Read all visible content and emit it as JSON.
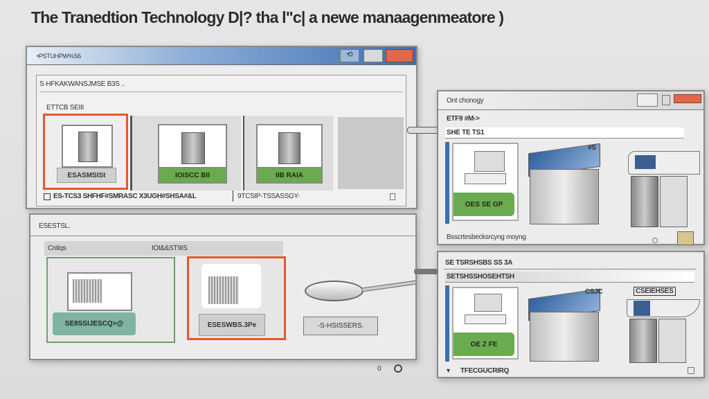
{
  "title": "The Tranedtion Technology D|? tha l\"c| a newe manaagenmeatore )",
  "window1": {
    "title": "•PSTUHPW%S6",
    "address": "S·HFKAKWANSJMSE B3S ..",
    "section": "ETTCB SEIII",
    "cards": [
      {
        "label": "ESASMSISt"
      },
      {
        "label": "IOISCC BII"
      },
      {
        "label": "IIB RAIA"
      }
    ],
    "footer_left": "ES-TCS3 SHFHF#SMRASC X3UGH#SHSA#&L",
    "footer_right": "9TCSIP-TSSASSGY-"
  },
  "window2": {
    "title": "ESESTSL.",
    "group_left": "Cntiqs",
    "group_right": "IOt&&ST9IS",
    "cards": [
      {
        "label": "SE8SSIJESCQ>@"
      },
      {
        "label": "ESESWBS.3Pe"
      }
    ],
    "button": "-S-HSISSERS."
  },
  "window3": {
    "title": "Ont chonogy",
    "row1": "ETF9 #M->",
    "input": "SHE TE TS1",
    "tile_label": "OES SE GP",
    "badge": "#S",
    "footer": "Bsscrtesbecksrcyng moyng"
  },
  "window4": {
    "row1": "SE TSRSHSBS SS 3A",
    "input": "SETSHSSHOSEHTSH",
    "tile_label": "OE Z FE",
    "badge": "CSJC",
    "machine_label": "CSEIEHSES",
    "footer": "TFECGUCRIRQ"
  },
  "pager": {
    "dot": "0"
  }
}
